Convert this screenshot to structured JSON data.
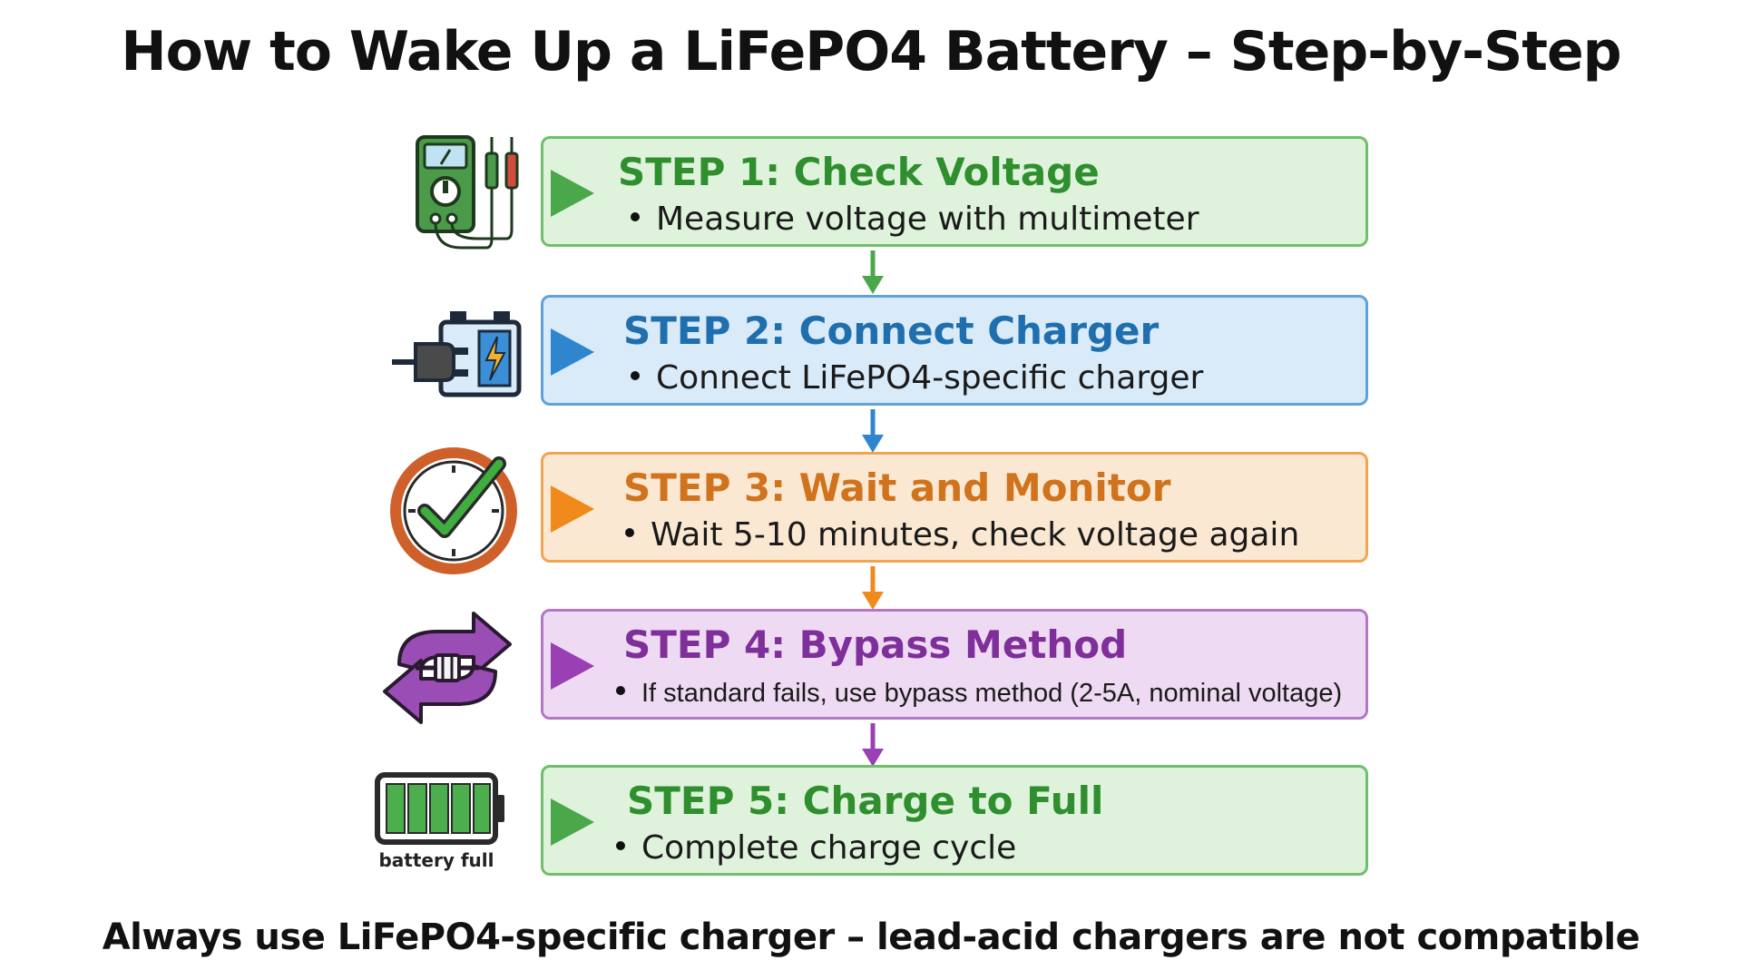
{
  "title": "How to Wake Up a LiFePO4 Battery – Step-by-Step",
  "footer": "Always use LiFePO4-specific charger – lead-acid chargers are not compatible",
  "colors": {
    "green_fill": "#dff3dc",
    "green_border": "#6fbf6b",
    "green_text": "#2f8f2f",
    "blue_fill": "#d9eaf8",
    "blue_border": "#5fa2db",
    "blue_text": "#1f6fae",
    "orange_fill": "#fbe8d2",
    "orange_border": "#f0a650",
    "orange_text": "#d0731c",
    "purple_fill": "#eedaf3",
    "purple_border": "#b477c6",
    "purple_text": "#7f2f9a"
  },
  "steps": [
    {
      "title": "STEP 1: Check Voltage",
      "bullet": "Measure voltage with multimeter",
      "icon": "multimeter-icon",
      "theme": "green"
    },
    {
      "title": "STEP 2: Connect Charger",
      "bullet": "Connect LiFePO4-specific charger",
      "icon": "charger-plug-icon",
      "theme": "blue"
    },
    {
      "title": "STEP 3: Wait and Monitor",
      "bullet": "Wait 5-10 minutes, check voltage again",
      "icon": "clock-check-icon",
      "theme": "orange"
    },
    {
      "title": "STEP 4: Bypass Method",
      "bullet": "If standard fails, use bypass method (2-5A, nominal voltage)",
      "icon": "bypass-cycle-icon",
      "theme": "purple"
    },
    {
      "title": "STEP 5: Charge to Full",
      "bullet": "Complete charge cycle",
      "icon": "battery-full-icon",
      "icon_caption": "battery full",
      "theme": "green"
    }
  ]
}
